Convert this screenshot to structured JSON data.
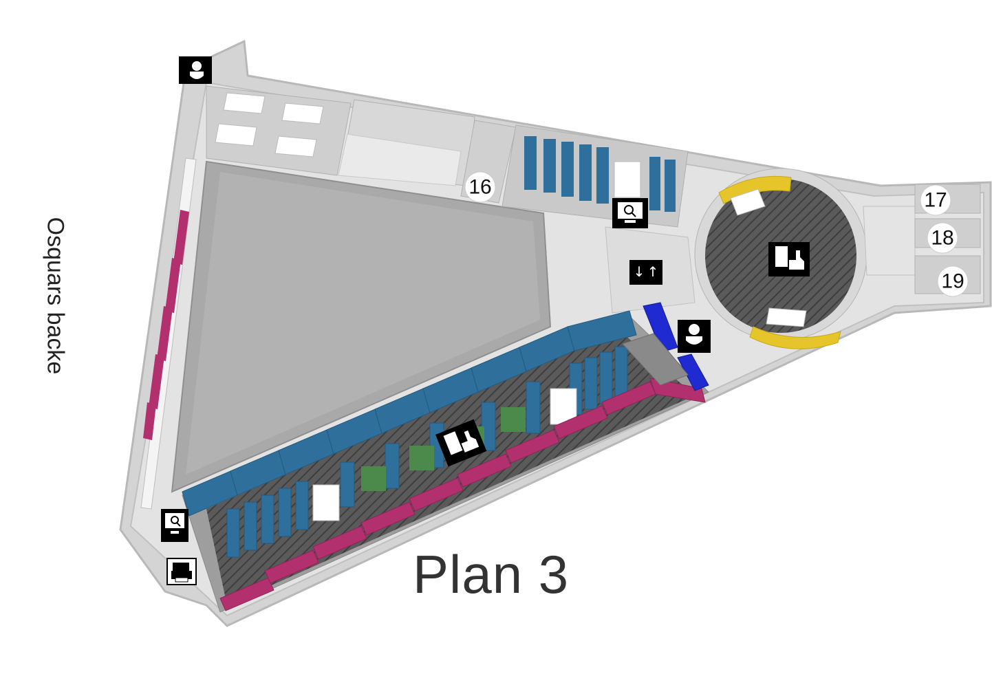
{
  "title": "Plan 3",
  "street_label": "Osquars backe",
  "rooms": [
    {
      "number": "16"
    },
    {
      "number": "17"
    },
    {
      "number": "18"
    },
    {
      "number": "19"
    }
  ],
  "icons": {
    "toilet": "toilet-icon",
    "search_computer": "search-computer-icon",
    "elevator": "elevator-icon",
    "reading_room": "reading-room-icon",
    "printer": "printer-icon"
  },
  "colors": {
    "floor_grey": "#c8c8c8",
    "wall_light": "#dcdcdc",
    "shelves_blue": "#2e6f9c",
    "seating_magenta": "#b3306e",
    "sofa_blue": "#1f2bd1",
    "bench_yellow": "#e6c52a",
    "hatch_dark": "#555555"
  }
}
